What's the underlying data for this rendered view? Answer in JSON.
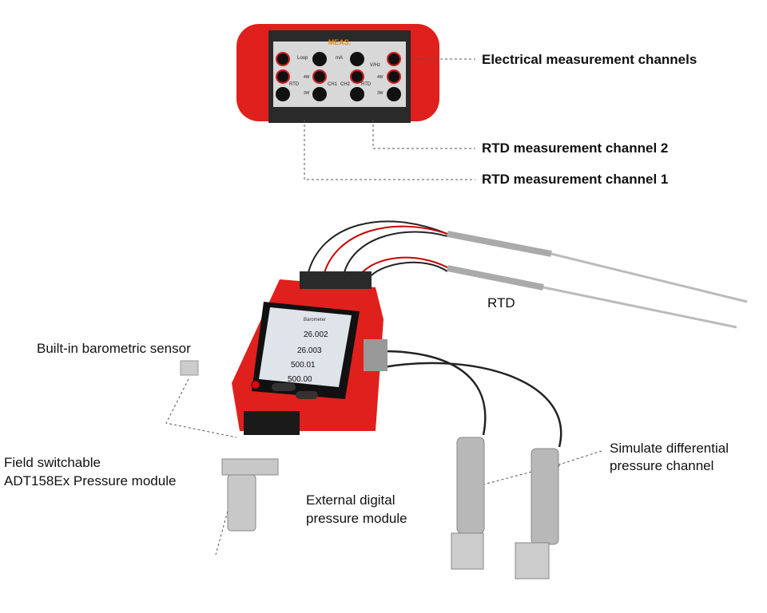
{
  "callouts": {
    "electrical": "Electrical measurement channels",
    "rtd_ch2": "RTD measurement channel 2",
    "rtd_ch1": "RTD measurement channel 1",
    "rtd": "RTD",
    "barometric": "Built-in barometric sensor",
    "field_switchable_1": "Field switchable",
    "field_switchable_2": "ADT158Ex Pressure module",
    "external_1": "External digital",
    "external_2": "pressure module",
    "simulate_1": "Simulate differential",
    "simulate_2": "pressure channel"
  },
  "panel": {
    "brand": "MEAS.",
    "loop": "Loop",
    "ma": "mA",
    "vhz": "V/Hz",
    "rtd_left": "RTD",
    "rtd_right": "RTD",
    "w4_left": "4W",
    "w3_left": "3W",
    "w4_right": "4W",
    "w3_right": "3W",
    "ch1": "CH1",
    "ch2": "CH2"
  },
  "screen": {
    "title": "Barometer",
    "readings": [
      "26.002",
      "26.003",
      "500.01",
      "500.00"
    ]
  },
  "colors": {
    "device_red": "#e0201c",
    "panel_dark": "#2a2a2a",
    "callout_line": "#555555"
  }
}
